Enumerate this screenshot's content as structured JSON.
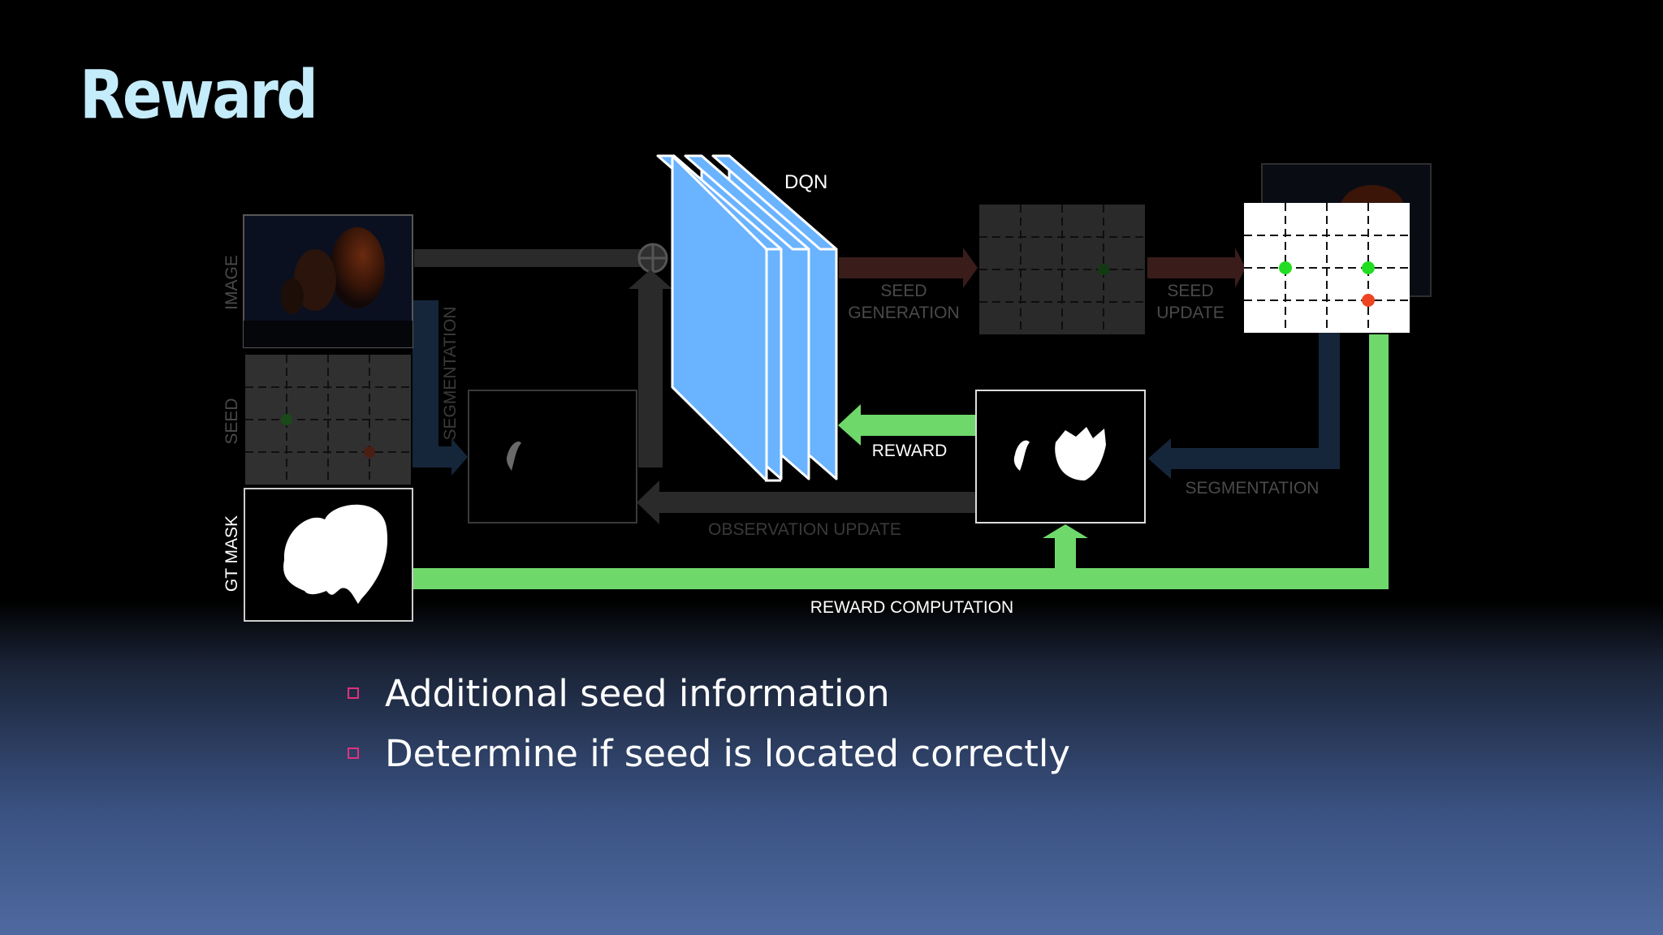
{
  "slide": {
    "title": "Reward",
    "bullets": [
      "Additional seed information",
      "Determine if seed is located correctly"
    ]
  },
  "diagram": {
    "labels": {
      "image": "IMAGE",
      "seed": "SEED",
      "gt_mask": "GT MASK",
      "segmentation_vertical": "SEGMENTATION",
      "dqn": "DQN",
      "seed_generation": [
        "SEED",
        "GENERATION"
      ],
      "seed_update": [
        "SEED",
        "UPDATE"
      ],
      "reward": "REWARD",
      "segmentation": "SEGMENTATION",
      "observation_update": "OBSERVATION UPDATE",
      "reward_computation": "REWARD COMPUTATION"
    },
    "colors": {
      "dqn_fill": "#6ab3ff",
      "reward_arrow": "#6fd86b",
      "bullet_marker": "#e0317f",
      "title": "#c4ecfb",
      "seed_positive": "#22dd22",
      "seed_negative": "#ee4422"
    }
  }
}
